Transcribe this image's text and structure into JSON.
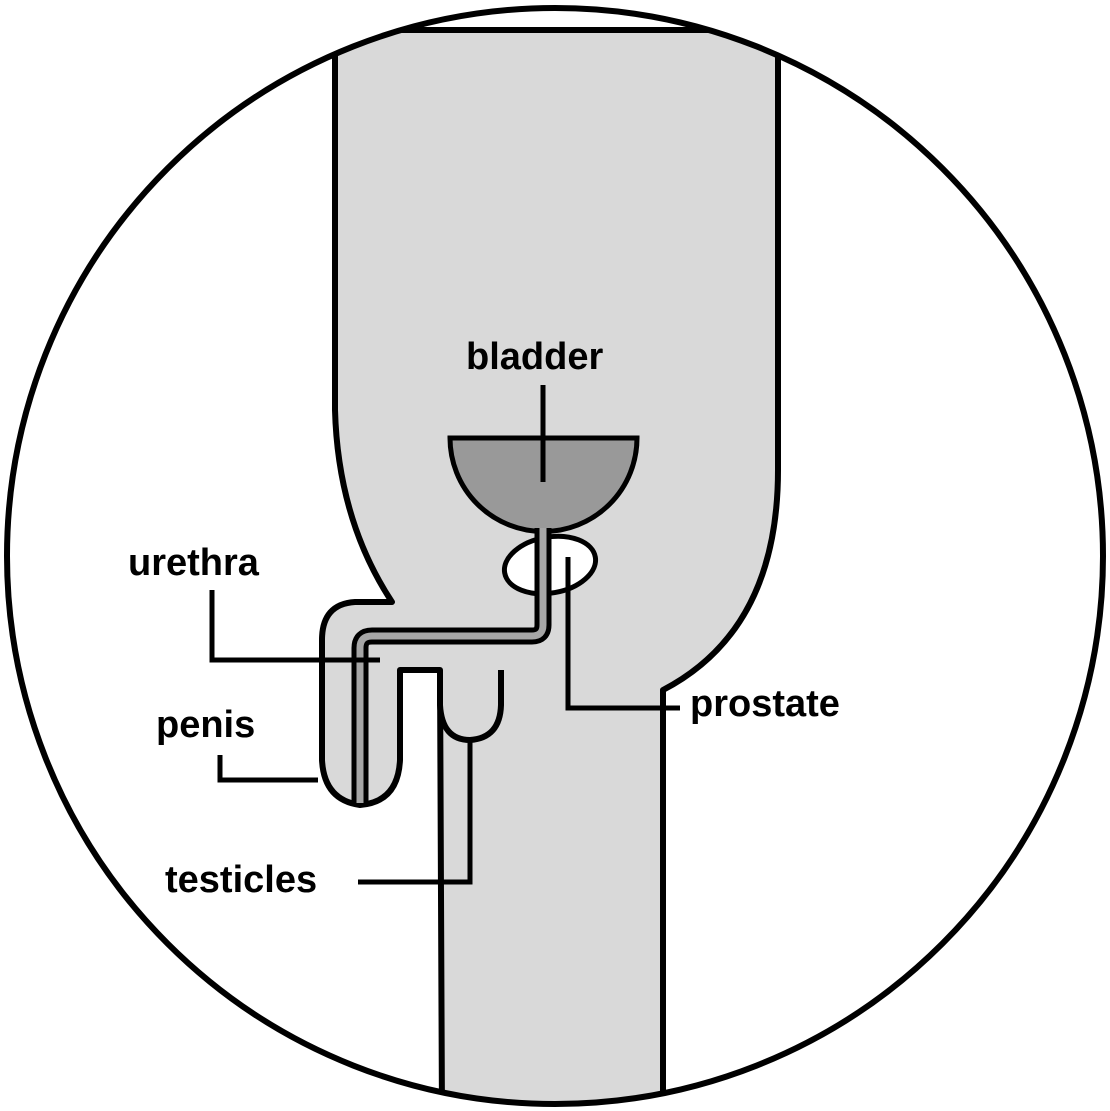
{
  "labels": {
    "bladder": "bladder",
    "urethra": "urethra",
    "penis": "penis",
    "testicles": "testicles",
    "prostate": "prostate"
  },
  "colors": {
    "body_fill": "#d9d9d9",
    "bladder_fill": "#999999",
    "urethra_fill": "#a6a6a6",
    "outline": "#000000",
    "background": "#ffffff"
  }
}
